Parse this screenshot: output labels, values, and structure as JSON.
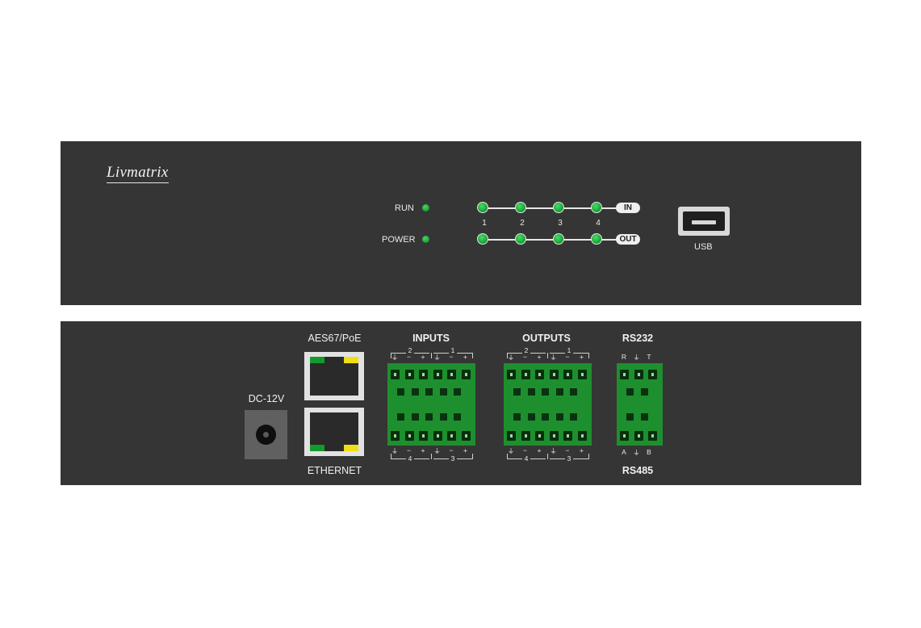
{
  "front": {
    "brand": "Livmatrix",
    "status_leds": [
      {
        "label": "RUN",
        "state": "on",
        "color": "#1aa63a"
      },
      {
        "label": "POWER",
        "state": "on",
        "color": "#1aa63a"
      }
    ],
    "channels": [
      "1",
      "2",
      "3",
      "4"
    ],
    "in_label": "IN",
    "out_label": "OUT",
    "usb_label": "USB"
  },
  "rear": {
    "dc_label": "DC-12V",
    "aes_label": "AES67/PoE",
    "ethernet_label": "ETHERNET",
    "inputs_label": "INPUTS",
    "outputs_label": "OUTPUTS",
    "rs232_label": "RS232",
    "rs485_label": "RS485",
    "ground_symbol": "⏚",
    "minus": "−",
    "plus": "+",
    "top_group_numbers": [
      "2",
      "1"
    ],
    "bottom_group_numbers": [
      "4",
      "3"
    ],
    "rs232_pins": [
      "R",
      "⏚",
      "T"
    ],
    "rs485_pins": [
      "A",
      "⏚",
      "B"
    ],
    "connector_color": "#1e8f2e"
  }
}
